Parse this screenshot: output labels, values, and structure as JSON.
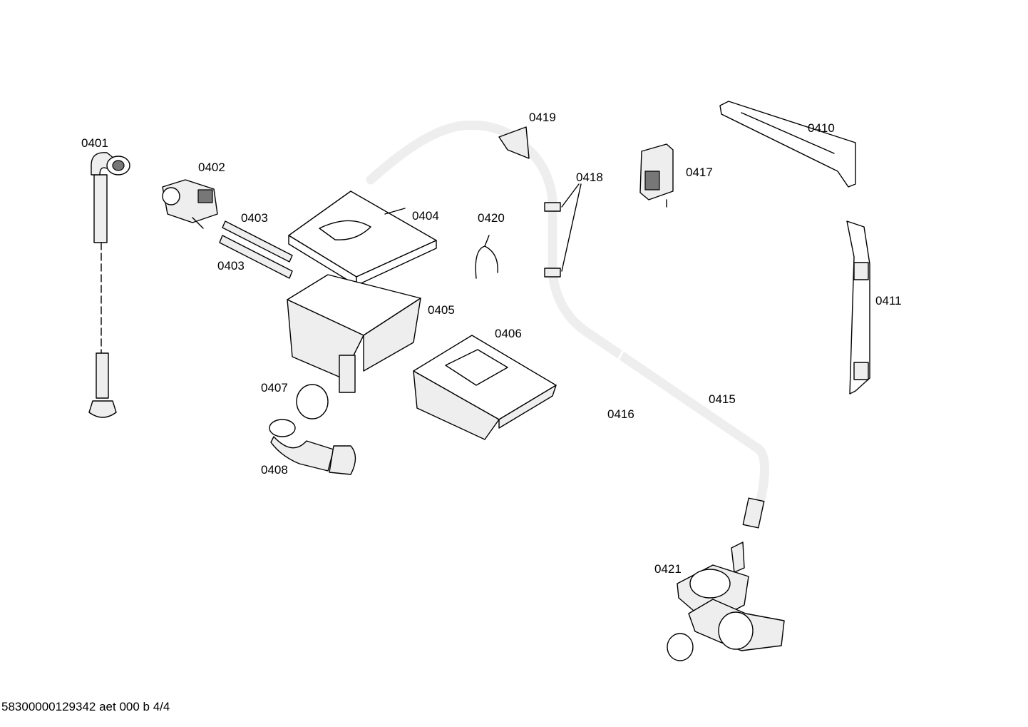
{
  "footer": {
    "document_id": "58300000129342 aet 000 b 4/4"
  },
  "labels": {
    "p0401": "0401",
    "p0402": "0402",
    "p0403a": "0403",
    "p0403b": "0403",
    "p0404": "0404",
    "p0405": "0405",
    "p0406": "0406",
    "p0407": "0407",
    "p0408": "0408",
    "p0410": "0410",
    "p0411": "0411",
    "p0415": "0415",
    "p0416": "0416",
    "p0417": "0417",
    "p0418": "0418",
    "p0419": "0419",
    "p0420": "0420",
    "p0421": "0421"
  }
}
